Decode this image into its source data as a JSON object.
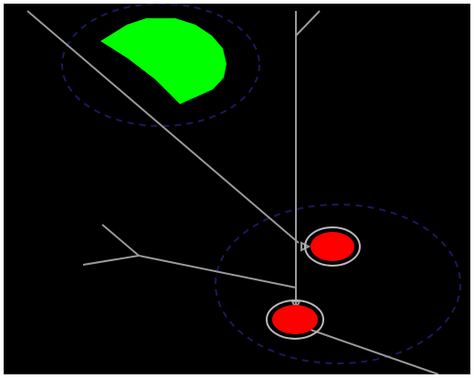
{
  "scene": {
    "background": "#000000",
    "frame_color": "#ffffff",
    "colors": {
      "track": "#9a9a9a",
      "sensor_ring": "#1a1a5c",
      "goal": "#00ff00",
      "agent": "#ff0000",
      "agent_outline": "#b8b8b8"
    }
  },
  "objects": {
    "goal_zone": {
      "shape": "polygon",
      "color_key": "goal"
    },
    "agents": [
      {
        "name": "agent-upper",
        "color_key": "agent"
      },
      {
        "name": "agent-lower",
        "color_key": "agent"
      }
    ],
    "sensor_rings": [
      {
        "name": "sensor-ring-goal"
      },
      {
        "name": "sensor-ring-agents"
      }
    ]
  }
}
